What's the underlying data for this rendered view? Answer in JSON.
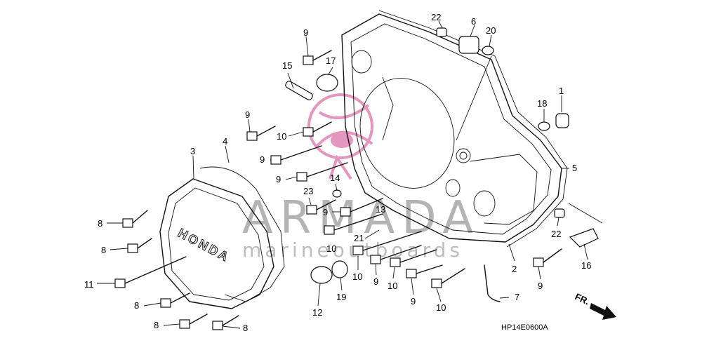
{
  "diagram": {
    "drawing_code": "HP14E0600A",
    "front_label": "FR.",
    "cover_brand": "HONDA",
    "watermark": {
      "name": "ARMADA",
      "tagline": "marineoutboards"
    },
    "callouts": [
      "22",
      "6",
      "20",
      "9",
      "17",
      "15",
      "1",
      "18",
      "9",
      "10",
      "4",
      "3",
      "9",
      "5",
      "9",
      "14",
      "23",
      "9",
      "13",
      "21",
      "22",
      "16",
      "8",
      "8",
      "10",
      "2",
      "11",
      "9",
      "10",
      "9",
      "10",
      "9",
      "10",
      "7",
      "8",
      "12",
      "19",
      "8",
      "8"
    ]
  }
}
